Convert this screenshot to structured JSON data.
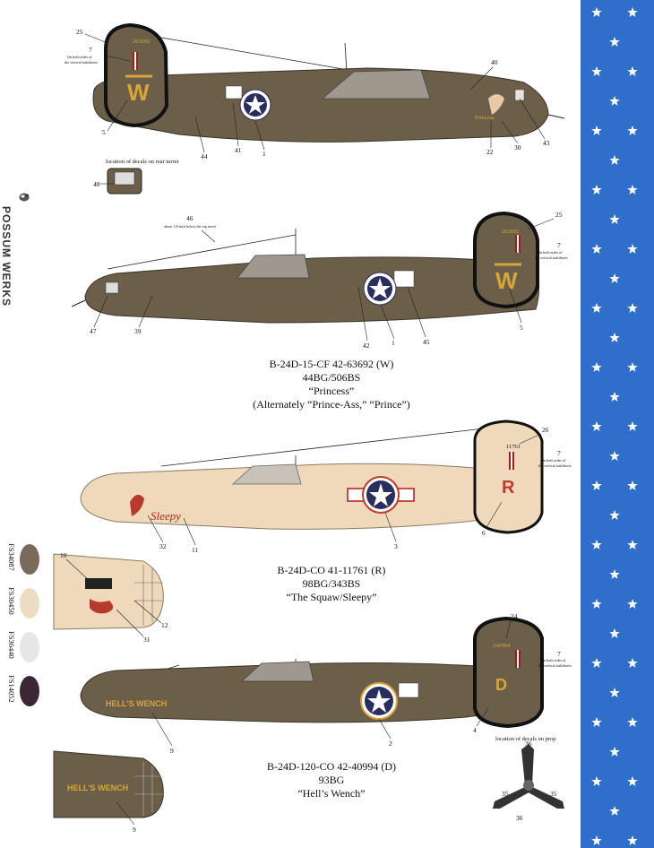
{
  "brand": {
    "name": "POSSUM WERKS"
  },
  "colors": {
    "olive_drab": "#6b5f4a",
    "neutral_gray": "#b8b3ad",
    "desert_pink": "#efd9bb",
    "insignia_blue": "#2a2e5e",
    "flag_blue": "#2f6fcb",
    "fs14087": "#7a6a5c",
    "fs30450": "#ecdcc2",
    "fs36440": "#e6e6e6",
    "fs14052": "#3a2733"
  },
  "aircraft": [
    {
      "caption_lines": [
        "B-24D-15-CF 42-63692 (W)",
        "44BG/506BS",
        "“Princess”",
        "(Alternately “Prince-Ass,” “Prince”)"
      ],
      "tail_serial": "263692",
      "tail_letter": "W"
    },
    {
      "caption_lines": [
        "B-24D-CO 41-11761 (R)",
        "98BG/343BS",
        "“The Squaw/Sleepy”"
      ],
      "tail_serial": "11761",
      "tail_letter": "R",
      "nose_art": "Sleepy"
    },
    {
      "caption_lines": [
        "B-24D-120-CO 42-40994 (D)",
        "93BG",
        "“Hell’s Wench”"
      ],
      "tail_serial": "240994",
      "tail_letter": "D",
      "nose_art": "HELL'S WENCH"
    }
  ],
  "notes": {
    "both_sides_1": "On both sides of",
    "both_sides_2": "the vertical stabilizers",
    "rear_turret": "location of decals on rear turret",
    "top_turret": "about 1/8 inch below the top turret",
    "prop": "location of decals on prop"
  },
  "callouts": [
    "25",
    "7",
    "5",
    "44",
    "41",
    "1",
    "40",
    "22",
    "30",
    "43",
    "48",
    "46",
    "47",
    "39",
    "42",
    "45",
    "26",
    "6",
    "3",
    "32",
    "11",
    "10",
    "12",
    "31",
    "24",
    "4",
    "2",
    "9",
    "36",
    "35"
  ],
  "swatches": [
    {
      "code": "FS34087",
      "color": "#7a6a5c"
    },
    {
      "code": "FS30450",
      "color": "#ecdcc2"
    },
    {
      "code": "FS36440",
      "color": "#e6e6e6"
    },
    {
      "code": "FS14052",
      "color": "#3a2733"
    }
  ]
}
